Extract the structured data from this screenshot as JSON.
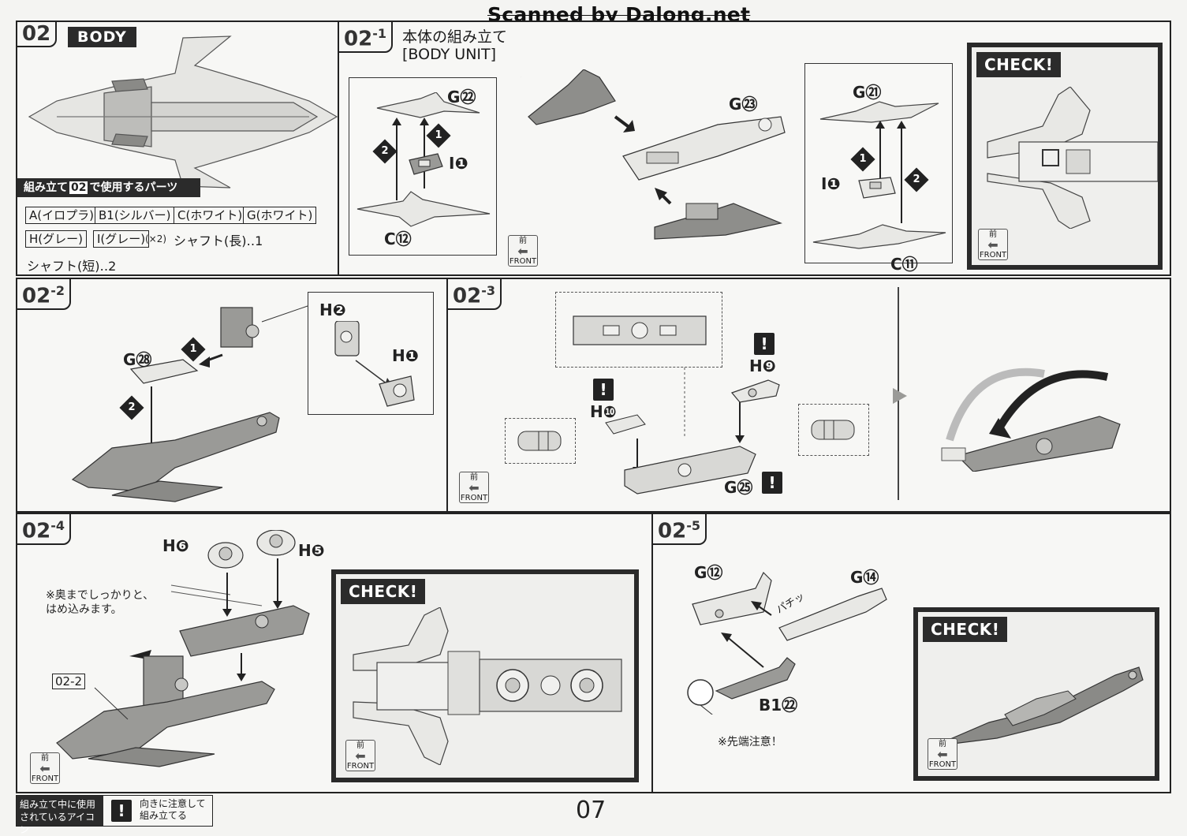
{
  "watermark": "Scanned by Dalong.net",
  "page_number": "07",
  "section": {
    "number": "02",
    "title": "BODY",
    "parts_header_prefix": "組み立て",
    "parts_header_num": "02",
    "parts_header_suffix": "で使用するパーツ",
    "parts": [
      "A(イロプラ)",
      "B1(シルバー)",
      "C(ホワイト)",
      "G(ホワイト)",
      "H(グレー)",
      "I(グレー)"
    ],
    "i_count": "(×2)",
    "shaft_long": "シャフト(長)‥1",
    "shaft_short": "シャフト(短)‥2"
  },
  "step_02_1": {
    "num": "02",
    "sub": "1",
    "title_jp": "本体の組み立て",
    "title_en": "[BODY UNIT]",
    "labels": {
      "g22": "G㉒",
      "c12": "C⑫",
      "i1_left": "I❶",
      "g23": "G㉓",
      "g21": "G㉑",
      "i1_right": "I❶",
      "c11": "C⑪"
    },
    "diamonds": [
      "1",
      "2",
      "1",
      "2"
    ]
  },
  "step_02_2": {
    "num": "02",
    "sub": "2",
    "labels": {
      "h2": "H❷",
      "h1": "H❶",
      "g28": "G㉘"
    },
    "diamonds": [
      "1",
      "2"
    ]
  },
  "step_02_3": {
    "num": "02",
    "sub": "3",
    "labels": {
      "h9": "H❾",
      "h10": "H❿",
      "g25": "G㉕"
    },
    "excl": "!"
  },
  "step_02_4": {
    "num": "02",
    "sub": "4",
    "labels": {
      "h6": "H❻",
      "h5": "H❺",
      "ref": "02-2"
    },
    "note": "※奥までしっかりと、\nはめ込みます。"
  },
  "step_02_5": {
    "num": "02",
    "sub": "5",
    "labels": {
      "g12": "G⑫",
      "g14": "G⑭",
      "b1_22": "B1㉒",
      "sound": "パチッ"
    },
    "note": "※先端注意！"
  },
  "check_label": "CHECK!",
  "front_icon": {
    "jp": "前",
    "en": "FRONT"
  },
  "legend": {
    "left_line1": "組み立て中に使用",
    "left_line2": "されているアイコン",
    "icon": "!",
    "right_line1": "向きに注意して",
    "right_line2": "組み立てる"
  }
}
